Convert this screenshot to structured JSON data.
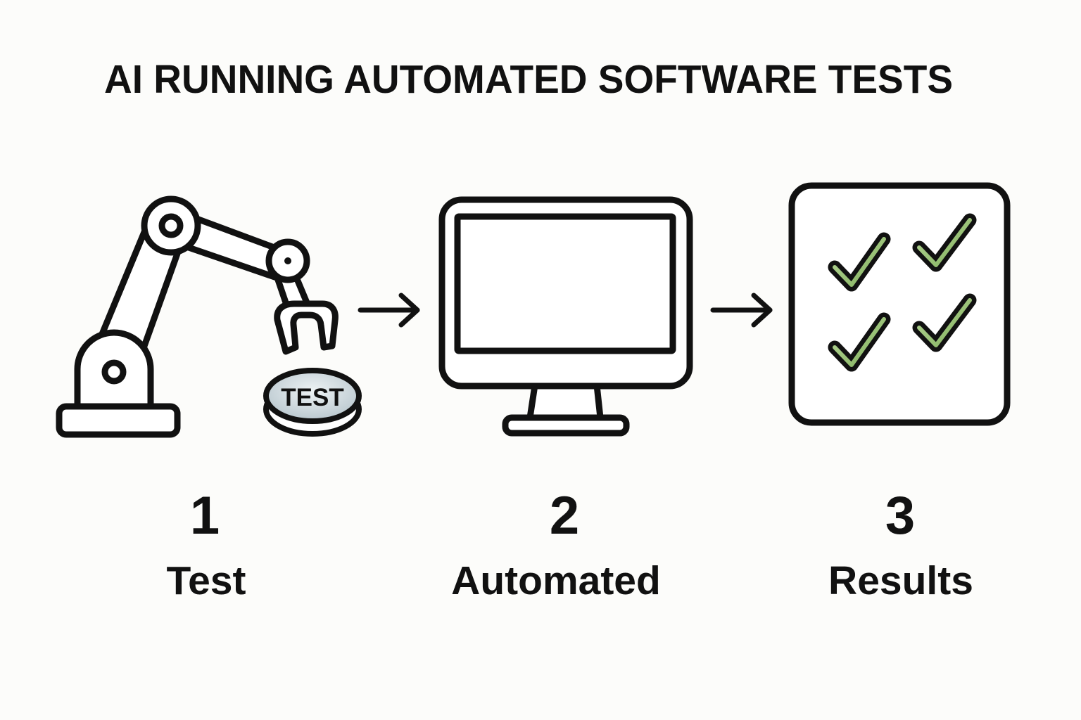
{
  "title": "AI RUNNING AUTOMATED SOFTWARE TESTS",
  "steps": [
    {
      "number": "1",
      "label": "Test",
      "icon": "robot-arm-icon",
      "badge_text": "TEST"
    },
    {
      "number": "2",
      "label": "Automated",
      "icon": "monitor-icon"
    },
    {
      "number": "3",
      "label": "Results",
      "icon": "checklist-icon",
      "check_count": 4
    }
  ],
  "colors": {
    "stroke": "#111111",
    "background": "#fcfcfa",
    "check_fill": "#9ec47a",
    "badge_fill": "#d3dde2"
  }
}
